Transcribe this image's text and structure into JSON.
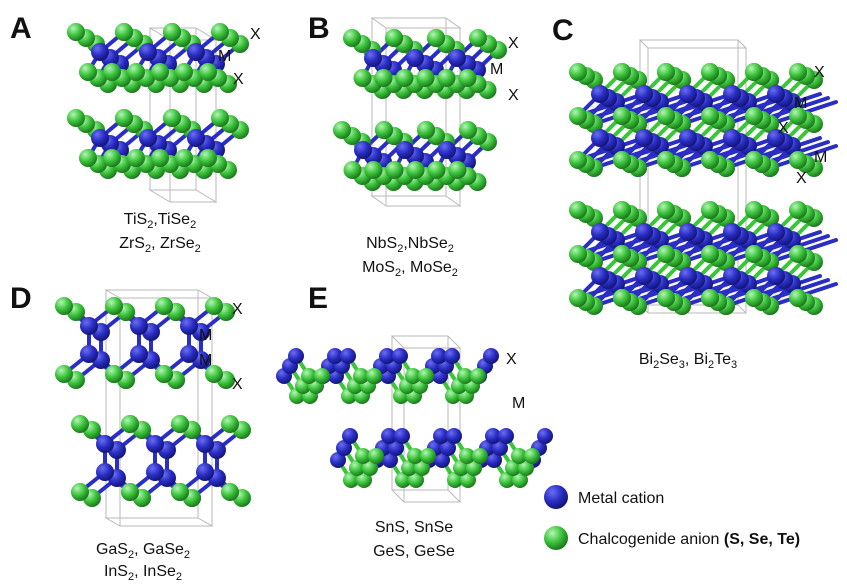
{
  "colors": {
    "metal": "#2a2ec4",
    "metal_light": "#6b6ef0",
    "metal_dark": "#14167a",
    "chalcogen": "#3cc43c",
    "chalcogen_light": "#9af09a",
    "chalcogen_dark": "#1e7a1e",
    "cell": "#b9b9b9",
    "text": "#111111"
  },
  "panels": {
    "A": {
      "letter": "A",
      "site_labels": [
        "X",
        "M",
        "X"
      ],
      "caption_lines": [
        [
          "TiS",
          "2",
          ",TiSe",
          "2"
        ],
        [
          "ZrS",
          "2",
          ", ZrSe",
          "2"
        ]
      ]
    },
    "B": {
      "letter": "B",
      "site_labels": [
        "X",
        "M",
        "X"
      ],
      "caption_lines": [
        [
          "NbS",
          "2",
          ",NbSe",
          "2"
        ],
        [
          "MoS",
          "2",
          ", MoSe",
          "2"
        ]
      ]
    },
    "C": {
      "letter": "C",
      "site_labels": [
        "X",
        "M",
        "X",
        "M",
        "X"
      ],
      "caption_lines": [
        [
          "Bi",
          "2",
          "Se",
          "3",
          ", Bi",
          "2",
          "Te",
          "3"
        ]
      ]
    },
    "D": {
      "letter": "D",
      "site_labels": [
        "X",
        "M",
        "M",
        "X"
      ],
      "caption_lines": [
        [
          "GaS",
          "2",
          ", GaSe",
          "2"
        ],
        [
          "InS",
          "2",
          ", InSe",
          "2"
        ]
      ]
    },
    "E": {
      "letter": "E",
      "site_labels": [
        "X",
        "M"
      ],
      "caption_lines": [
        [
          "SnS, SnSe"
        ],
        [
          "GeS, GeSe"
        ]
      ]
    }
  },
  "legend": {
    "metal": "Metal cation",
    "chalcogen": "Chalcogenide anion",
    "chalcogen_species": "(S, Se, Te)"
  }
}
